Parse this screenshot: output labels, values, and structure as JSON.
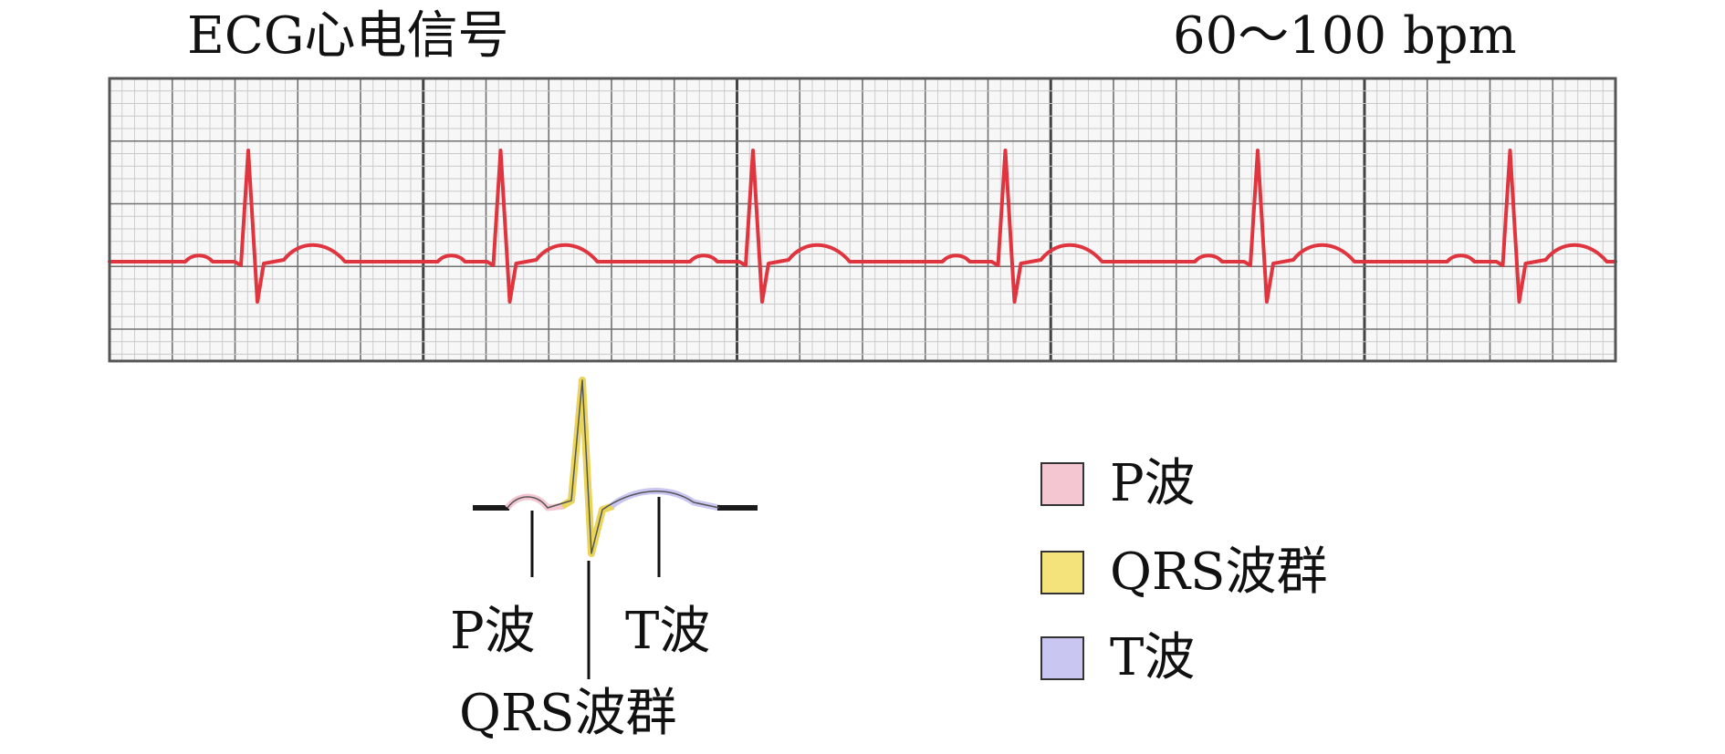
{
  "header": {
    "title": "ECG心电信号",
    "heart_rate": "60～100 bpm"
  },
  "annotations": {
    "p_wave": "P波",
    "t_wave": "T波",
    "qrs_complex": "QRS波群"
  },
  "legend": [
    {
      "label": "P波",
      "color": "#f3c6d2"
    },
    {
      "label": "QRS波群",
      "color": "#f4e27a"
    },
    {
      "label": "T波",
      "color": "#c9c7f2"
    }
  ],
  "colors": {
    "ecg_trace": "#e0353f",
    "grid_minor": "#c9c9c9",
    "grid_major": "#707070",
    "baseline": "#1a1a1a"
  },
  "beat_count": 6
}
